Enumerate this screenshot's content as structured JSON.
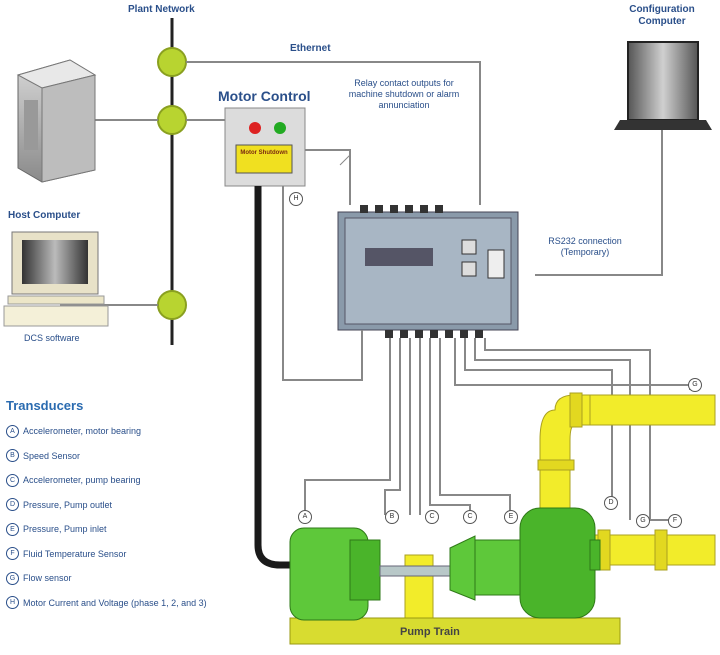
{
  "labels": {
    "plant_network": "Plant Network",
    "ethernet": "Ethernet",
    "configuration_computer": "Configuration Computer",
    "motor_control": "Motor Control",
    "relay_note": "Relay contact outputs for machine shutdown or alarm annunciation",
    "host_computer": "Host Computer",
    "dcs_software": "DCS software",
    "rs232": "RS232 connection (Temporary)",
    "pump_train": "Pump Train",
    "shutdown_button": "Motor Shutdown"
  },
  "legend": {
    "title": "Transducers",
    "items": [
      {
        "key": "A",
        "label": "Accelerometer, motor bearing"
      },
      {
        "key": "B",
        "label": "Speed Sensor"
      },
      {
        "key": "C",
        "label": "Accelerometer, pump bearing"
      },
      {
        "key": "D",
        "label": "Pressure, Pump outlet"
      },
      {
        "key": "E",
        "label": "Pressure, Pump inlet"
      },
      {
        "key": "F",
        "label": "Fluid Temperature Sensor"
      },
      {
        "key": "G",
        "label": "Flow sensor"
      },
      {
        "key": "H",
        "label": "Motor Current and Voltage (phase 1, 2, and 3)"
      }
    ]
  },
  "tags": {
    "motor_a": "A",
    "speed_b": "B",
    "pump_c": "C",
    "pump_c2": "C",
    "inlet_e": "E",
    "outlet_d": "D",
    "flow_g": "G",
    "temp_f": "F",
    "motor_h": "H",
    "flow_g2": "G"
  },
  "colors": {
    "pipe_yellow": "#f2ec2a",
    "pump_green": "#5ec83a",
    "network_green": "#b8d430",
    "cable_dark": "#1a1a1a",
    "label_blue": "#2a4f8a"
  }
}
